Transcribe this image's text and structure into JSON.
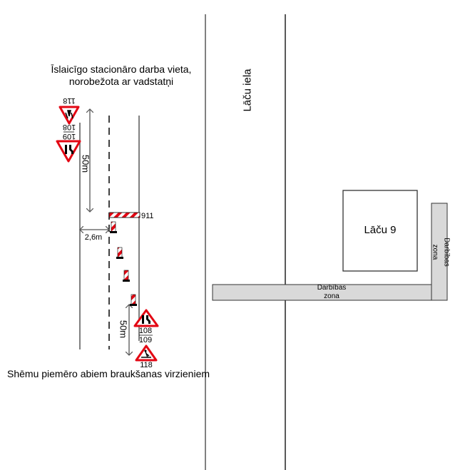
{
  "title": {
    "line1": "Īslaicīgo stacionāro darba vieta,",
    "line2": "norobežota ar vadstatņi"
  },
  "caption": "Shēmu piemēro abiem braukšanas virzieniem",
  "street": {
    "name": "Lāču iela"
  },
  "building": {
    "label": "Lāču 9"
  },
  "work_zones": {
    "horizontal": {
      "line1": "Darbības",
      "line2": "zona"
    },
    "vertical": {
      "line1": "Darbības",
      "line2": "zona"
    }
  },
  "upper_signs": {
    "sign_a_number": "118",
    "sign_b_number_top": "109",
    "sign_b_number_bottom": "108"
  },
  "lower_signs": {
    "sign_a_number_top": "108",
    "sign_a_number_bottom": "109",
    "sign_b_number": "118"
  },
  "dimensions": {
    "upper_distance": "50m",
    "lower_distance": "50m",
    "lateral_width": "2,6m"
  },
  "barrier": {
    "number": "911"
  },
  "colors": {
    "sign_red": "#e30613",
    "zone_fill": "#d9d9d9",
    "road_line": "#808080",
    "street_line": "#000000"
  }
}
